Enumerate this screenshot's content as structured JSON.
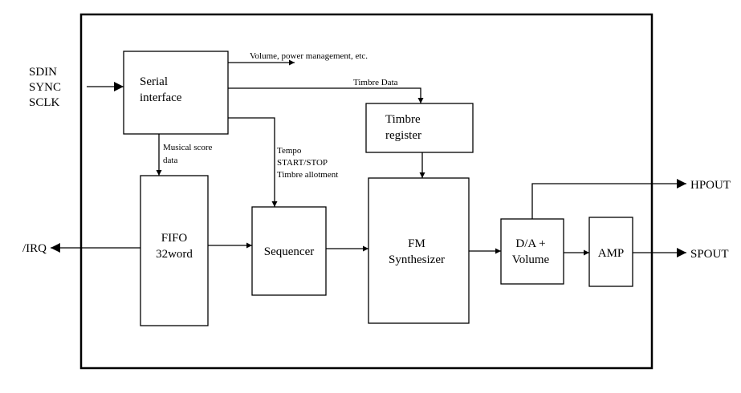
{
  "inputs": {
    "sdin": "SDIN",
    "sync": "SYNC",
    "sclk": "SCLK",
    "irq": "/IRQ"
  },
  "blocks": {
    "serial": [
      "Serial",
      "interface"
    ],
    "timbre_register": [
      "Timbre",
      "register"
    ],
    "fifo": [
      "FIFO",
      "32word"
    ],
    "sequencer": "Sequencer",
    "fm": [
      "FM",
      "Synthesizer"
    ],
    "da": [
      "D/A +",
      "Volume"
    ],
    "amp": "AMP"
  },
  "signals": {
    "volume": "Volume, power management, etc.",
    "timbre_data": "Timbre Data",
    "musical_score": [
      "Musical score",
      "data"
    ],
    "tempo": [
      "Tempo",
      "START/STOP",
      "Timbre allotment"
    ]
  },
  "outputs": {
    "hpout": "HPOUT",
    "spout": "SPOUT"
  }
}
